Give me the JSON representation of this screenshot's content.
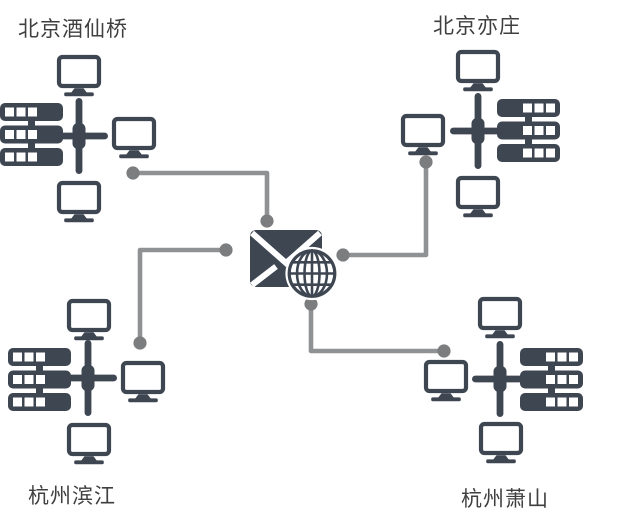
{
  "diagram": {
    "type": "network-topology",
    "background": "#ffffff",
    "colors": {
      "icon_dark": "#3e4652",
      "connector_line": "#909192",
      "connector_dot": "#7c7d7f",
      "label_text": "#3f3f3f",
      "screen_fill": "#ffffff"
    },
    "center": {
      "icons": [
        "mail-icon",
        "globe-icon"
      ]
    },
    "clusters": [
      {
        "id": "beijing-jiuxianqiao",
        "label": "北京酒仙桥",
        "position": "top-left",
        "devices": {
          "monitors": 3,
          "server_racks": 1,
          "hubs": 1
        }
      },
      {
        "id": "beijing-yizhuang",
        "label": "北京亦庄",
        "position": "top-right",
        "devices": {
          "monitors": 3,
          "server_racks": 1,
          "hubs": 1
        }
      },
      {
        "id": "hangzhou-binjiang",
        "label": "杭州滨江",
        "position": "bottom-left",
        "devices": {
          "monitors": 3,
          "server_racks": 1,
          "hubs": 1
        }
      },
      {
        "id": "hangzhou-xiaoshan",
        "label": "杭州萧山",
        "position": "bottom-right",
        "devices": {
          "monitors": 3,
          "server_racks": 1,
          "hubs": 1
        }
      }
    ],
    "connections": [
      {
        "from": "beijing-jiuxianqiao",
        "to": "center"
      },
      {
        "from": "beijing-yizhuang",
        "to": "center"
      },
      {
        "from": "hangzhou-binjiang",
        "to": "center"
      },
      {
        "from": "hangzhou-xiaoshan",
        "to": "center"
      }
    ]
  }
}
